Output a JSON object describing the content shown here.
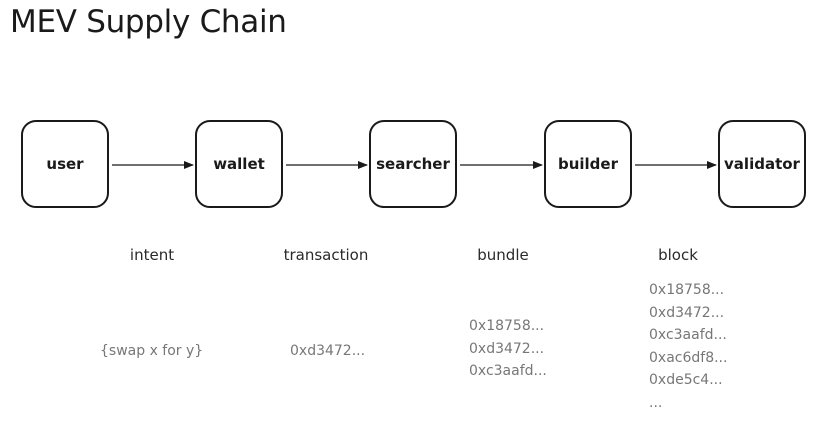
{
  "title": "MEV Supply Chain",
  "nodes": [
    {
      "label": "user"
    },
    {
      "label": "wallet"
    },
    {
      "label": "searcher"
    },
    {
      "label": "builder"
    },
    {
      "label": "validator"
    }
  ],
  "edges": [
    {
      "from": "user",
      "to": "wallet",
      "label": "intent",
      "data": [
        "{swap x for y}"
      ]
    },
    {
      "from": "wallet",
      "to": "searcher",
      "label": "transaction",
      "data": [
        "0xd3472..."
      ]
    },
    {
      "from": "searcher",
      "to": "builder",
      "label": "bundle",
      "data": [
        "0x18758...",
        "0xd3472...",
        "0xc3aafd..."
      ]
    },
    {
      "from": "builder",
      "to": "validator",
      "label": "block",
      "data": [
        "0x18758...",
        "0xd3472...",
        "0xc3aafd...",
        "0xac6df8...",
        "0xde5c4...",
        "..."
      ]
    }
  ]
}
